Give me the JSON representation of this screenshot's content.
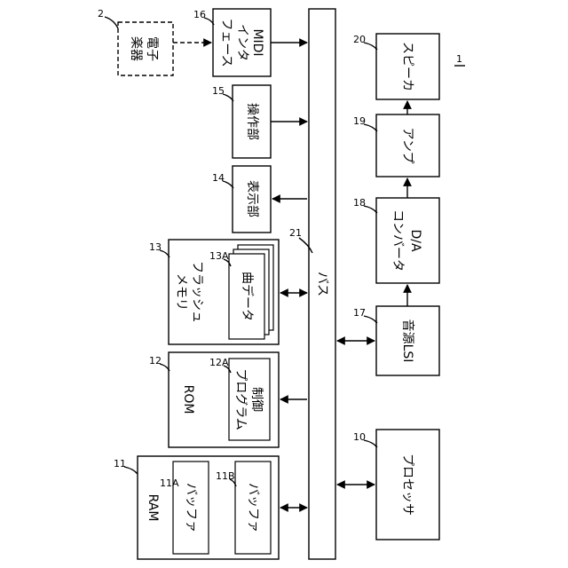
{
  "ref_numbers": {
    "device": "1",
    "instrument": "2",
    "processor": "10",
    "ram": "11",
    "buffer_a": "11A",
    "buffer_b": "11B",
    "rom": "12",
    "control_program": "12A",
    "flash": "13",
    "song_data": "13A",
    "display": "14",
    "operation": "15",
    "midi": "16",
    "sound_lsi": "17",
    "da_converter": "18",
    "amp": "19",
    "speaker": "20",
    "bus": "21"
  },
  "labels": {
    "instrument": [
      "電子",
      "楽器"
    ],
    "midi": [
      "MIDI",
      "インタ",
      "フェース"
    ],
    "operation": "操作部",
    "display": "表示部",
    "flash": [
      "フラッシュ",
      "メモリ"
    ],
    "song_data": "曲データ",
    "rom": "ROM",
    "control_program": [
      "制御",
      "プログラム"
    ],
    "ram": "RAM",
    "buffer_a": "バッファ",
    "buffer_b": "バッファ",
    "bus": "バス",
    "speaker": "スピーカ",
    "amp": "アンプ",
    "da_converter": [
      "D/A",
      "コンバータ"
    ],
    "sound_lsi": "音源LSI",
    "processor": "プロセッサ"
  }
}
